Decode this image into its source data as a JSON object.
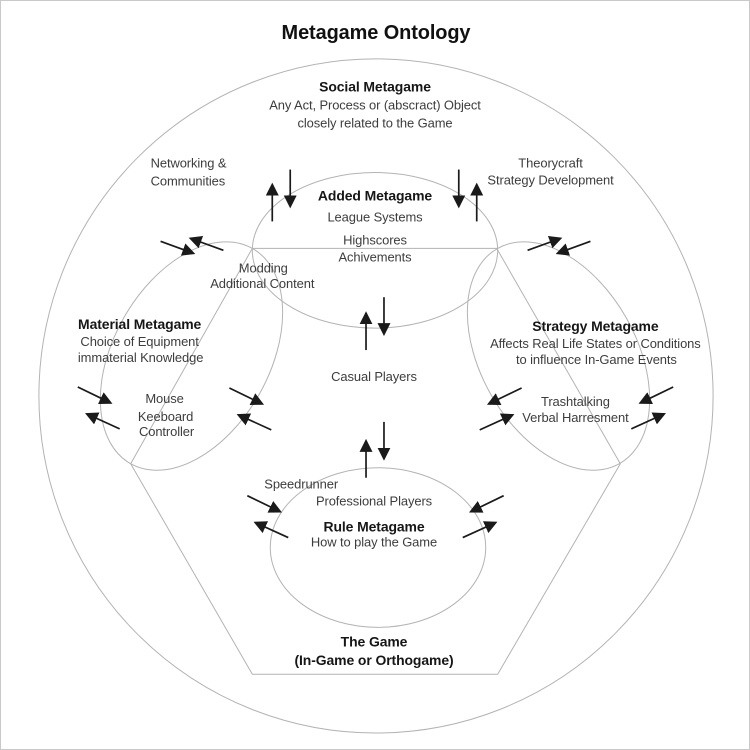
{
  "page": {
    "title": "Metagame Ontology"
  },
  "colors": {
    "background": "#ffffff",
    "outline": "#b3b3b3",
    "arrow": "#1a1a1a",
    "heading_text": "#161616",
    "body_text": "#3d3d3d",
    "page_border": "#c9c9c9"
  },
  "regions": {
    "social_metagame": {
      "heading": "Social Metagame",
      "desc1": "Any Act, Process or (abscract) Object",
      "desc2": "closely related to the Game"
    },
    "added_metagame": {
      "heading": "Added Metagame",
      "item1": "League Systems",
      "item2": "Highscores",
      "item3": "Achivements"
    },
    "material_metagame": {
      "heading": "Material Metagame",
      "desc1": "Choice of Equipment",
      "desc2": "immaterial Knowledge",
      "item1": "Mouse",
      "item2": "Keeboard",
      "item3": "Controller"
    },
    "strategy_metagame": {
      "heading": "Strategy Metagame",
      "desc1": "Affects Real Life States or Conditions",
      "desc2": "to influence In-Game Events",
      "item1": "Trashtalking",
      "item2": "Verbal Harresment"
    },
    "rule_metagame": {
      "heading": "Rule Metagame",
      "desc1": "How to play the Game",
      "item1": "Speedrunner",
      "item2": "Professional Players"
    },
    "the_game": {
      "heading1": "The Game",
      "heading2": "(In-Game or Orthogame)"
    }
  },
  "floating_labels": {
    "networking1": "Networking &",
    "networking2": "Communities",
    "theorycraft1": "Theorycraft",
    "theorycraft2": "Strategy Development",
    "modding1": "Modding",
    "modding2": "Additional Content",
    "casual_players": "Casual Players"
  }
}
